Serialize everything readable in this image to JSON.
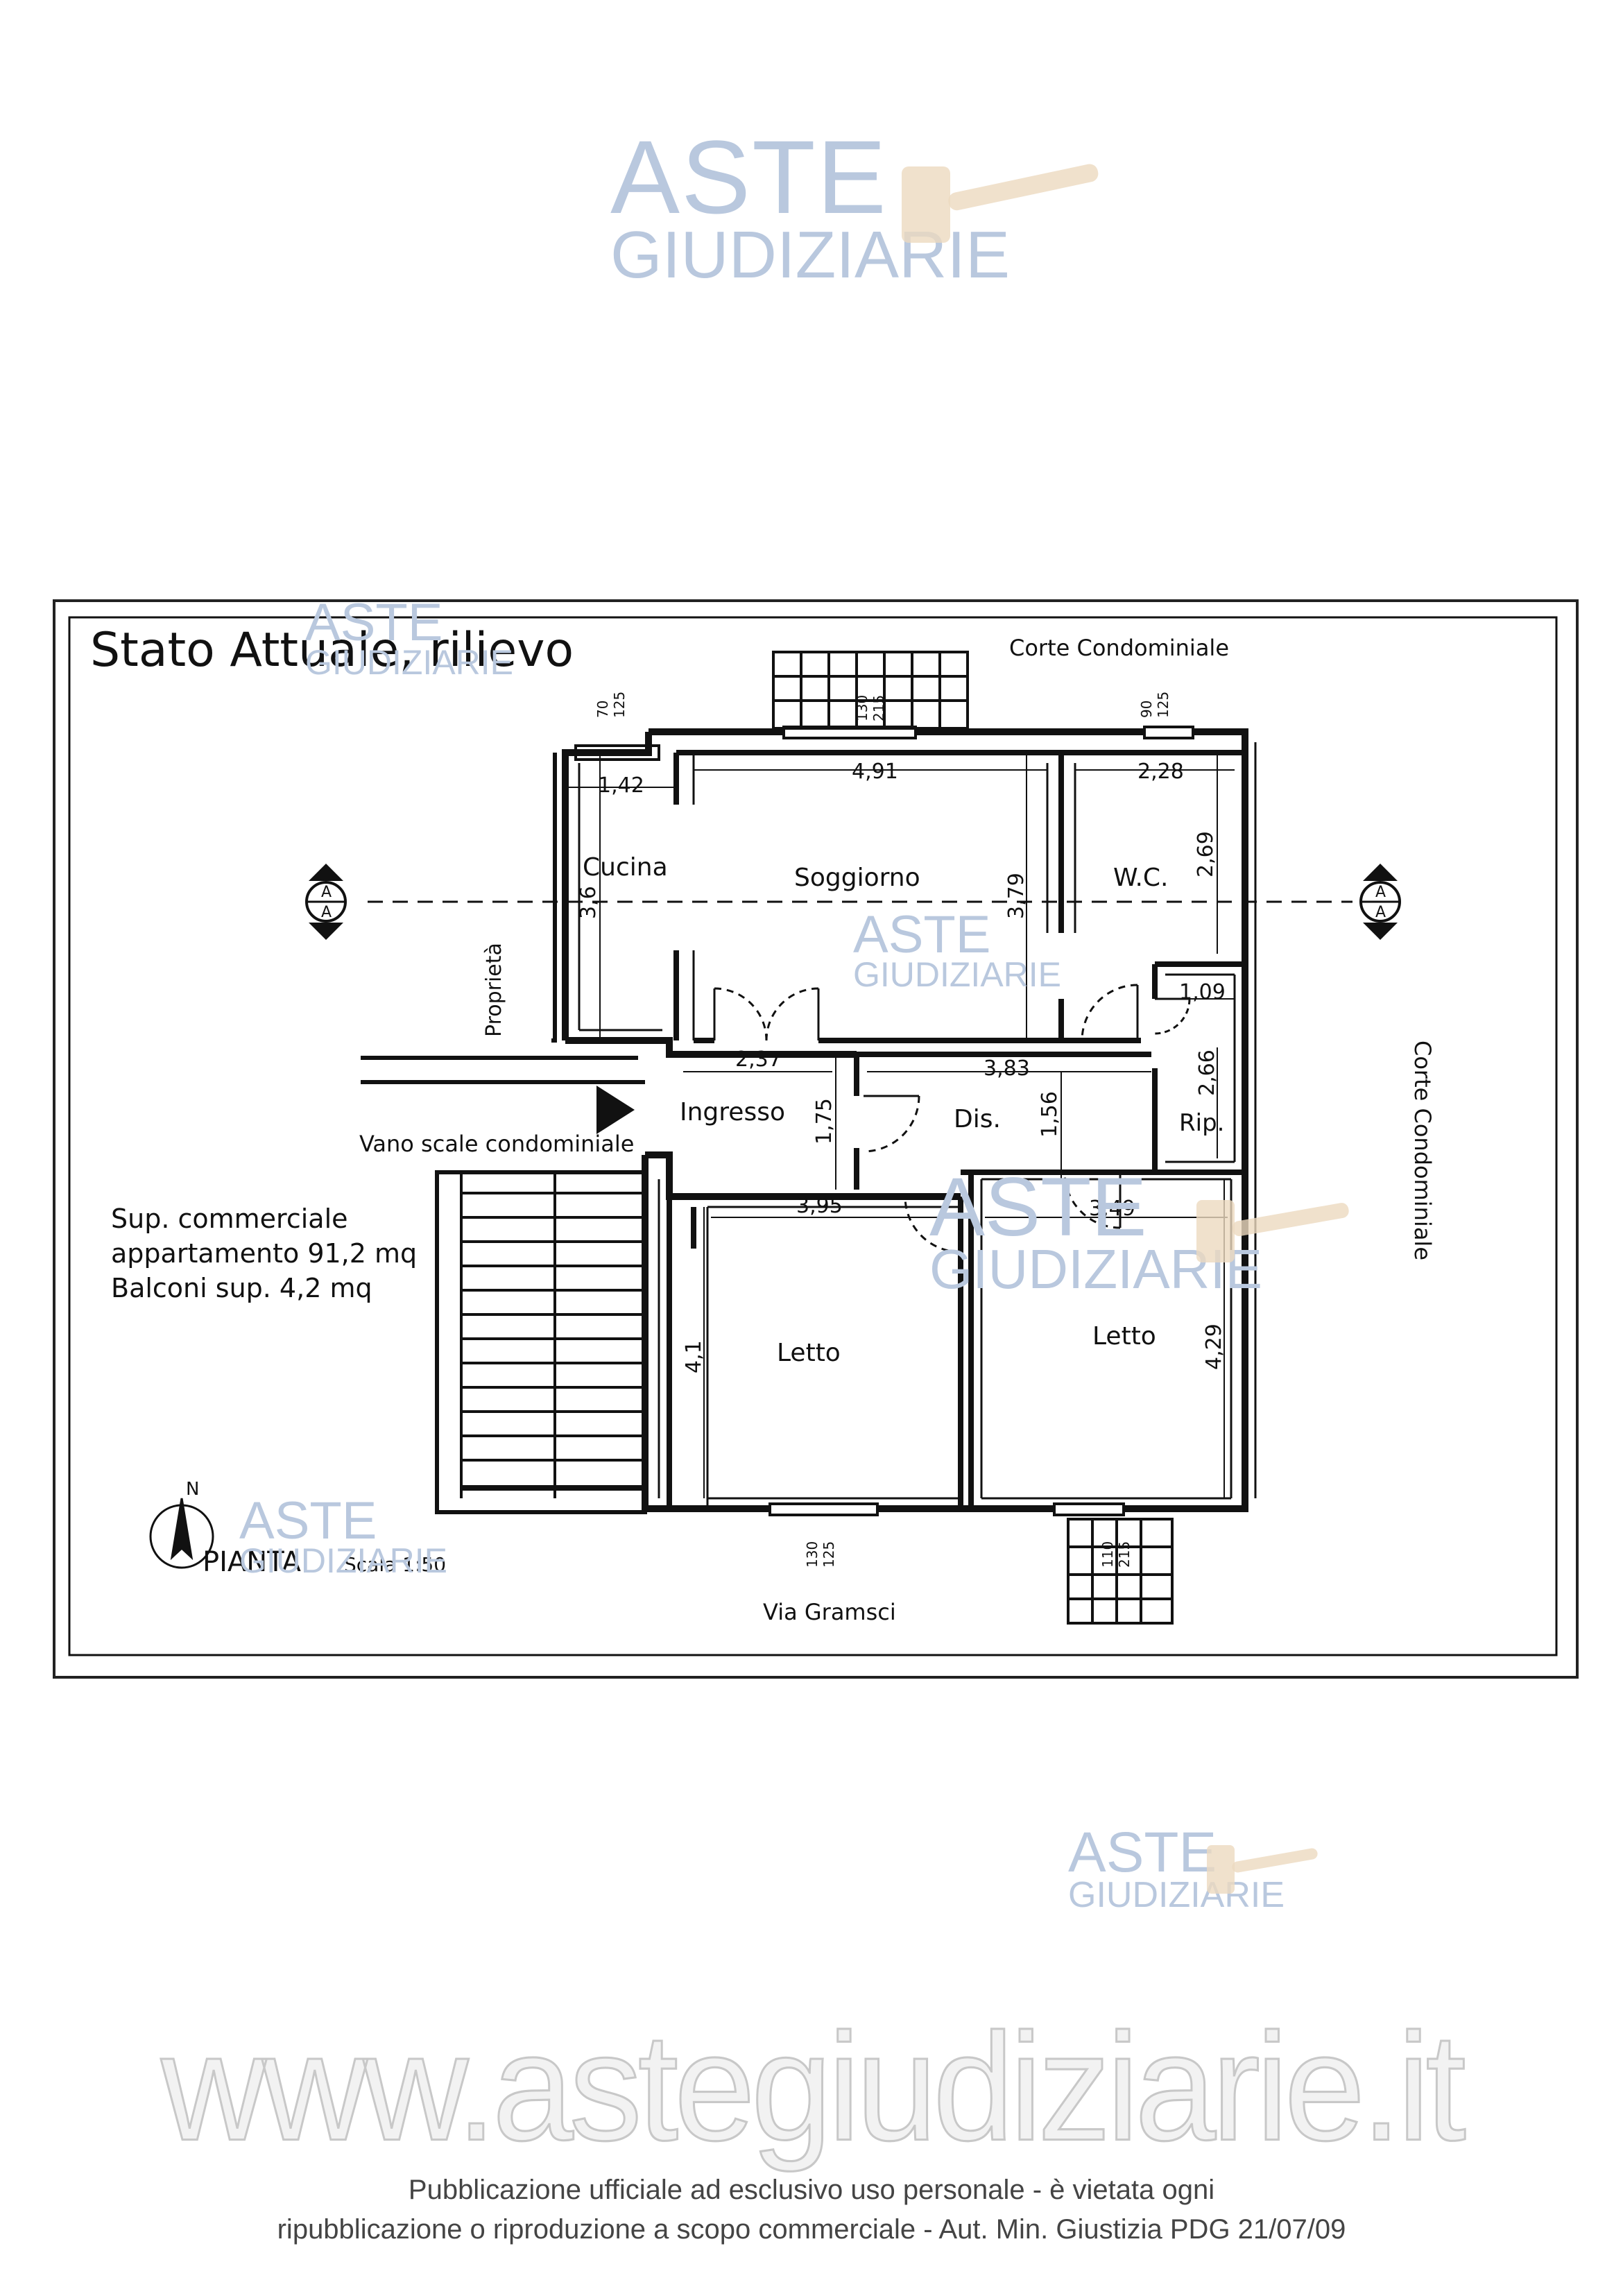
{
  "watermark": {
    "line1": "ASTE",
    "line2": "GIUDIZIARIE"
  },
  "plan": {
    "title": "Stato Attuale, rilievo",
    "surroundings": {
      "top": "Corte Condominiale",
      "right": "Corte Condominiale",
      "bottom": "Via Gramsci",
      "left_property": "Proprietà",
      "stairs": "Vano scale condominiale"
    },
    "rooms": {
      "cucina": "Cucina",
      "soggiorno": "Soggiorno",
      "wc": "W.C.",
      "ingresso": "Ingresso",
      "dis": "Dis.",
      "rip": "Rip.",
      "letto1": "Letto",
      "letto2": "Letto"
    },
    "dimensions": {
      "cucina_w": "1,42",
      "cucina_h": "3,6",
      "soggiorno_w": "4,91",
      "soggiorno_h": "3,79",
      "wc_w": "2,28",
      "wc_h": "2,69",
      "rip_w": "1,09",
      "rip_h": "2,66",
      "ingresso_w": "2,37",
      "ingresso_h": "1,75",
      "dis_w": "3,83",
      "dis_h": "1,56",
      "letto1_w": "3,95",
      "letto1_h": "4,1",
      "letto2_w": "3,49",
      "letto2_h": "4,29"
    },
    "windows": {
      "cucina": [
        "70",
        "125"
      ],
      "soggiorno": [
        "130",
        "215"
      ],
      "wc": [
        "90",
        "125"
      ],
      "letto1": [
        "130",
        "125"
      ],
      "letto2": [
        "110",
        "215"
      ]
    },
    "section_label": "A",
    "surface": {
      "line1": "Sup. commerciale",
      "line2": "appartamento 91,2 mq",
      "line3": "Balconi sup. 4,2 mq"
    },
    "north": "N",
    "pianta": "PIANTA",
    "scale": "Scala 1:50"
  },
  "footer": {
    "url": "www.astegiudiziarie.it",
    "notice_line1": "Pubblicazione ufficiale ad esclusivo uso personale - è vietata ogni",
    "notice_line2": "ripubblicazione o riproduzione a scopo commerciale - Aut. Min. Giustizia PDG 21/07/09"
  },
  "colors": {
    "watermark": "#b9c8de",
    "gavel": "#e9d2b4",
    "ink": "#111111"
  }
}
